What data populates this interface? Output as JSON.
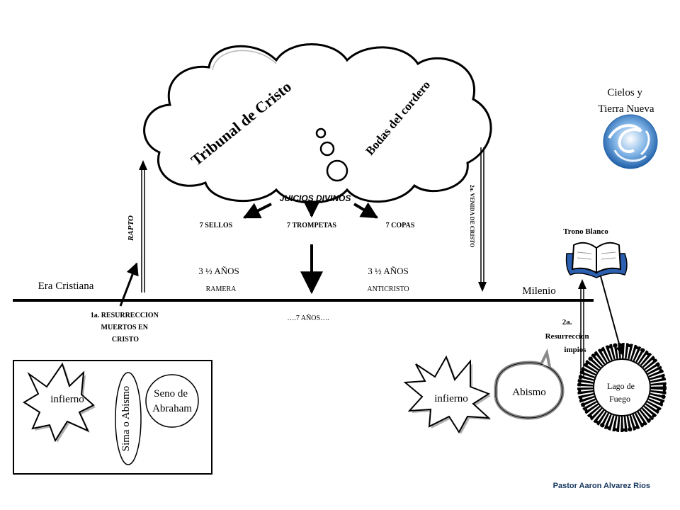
{
  "cloud": {
    "title_left": "Tribunal de Cristo",
    "title_right": "Bodas del cordero",
    "bottom_label": "JUICIOS DIVINOS"
  },
  "judgments": {
    "seals": "7 SELLOS",
    "trumpets": "7 TROMPETAS",
    "bowls": "7 COPAS"
  },
  "tribulation": {
    "first_half_duration": "3 ½ AÑOS",
    "first_half_label": "RAMERA",
    "second_half_duration": "3 ½ AÑOS",
    "second_half_label": "ANTICRISTO",
    "total": "….7 AÑOS…."
  },
  "timeline": {
    "left_era": "Era Cristiana",
    "right_era": "Milenio",
    "rapture": "RAPTO",
    "second_coming": "2a. VENIDA DE CRISTO"
  },
  "resurrections": {
    "first_lines": [
      "1a. RESURRECCION",
      "MUERTOS EN",
      "CRISTO"
    ],
    "second_lines": [
      "2a.",
      "Resurreccion",
      "impios"
    ]
  },
  "new_creation": {
    "lines": [
      "Cielos y",
      "Tierra Nueva"
    ],
    "icon": "globe-icon"
  },
  "white_throne": {
    "label": "Trono Blanco",
    "icon": "open-book-icon"
  },
  "hades_box": {
    "hell": "infierno",
    "gulf": "Sima o Abismo",
    "abraham_lines": [
      "Seno de",
      "Abraham"
    ]
  },
  "final_judgment": {
    "hell": "infierno",
    "abyss": "Abismo",
    "lake_lines": [
      "Lago de",
      "Fuego"
    ]
  },
  "author": "Pastor Aaron Alvarez Rios"
}
